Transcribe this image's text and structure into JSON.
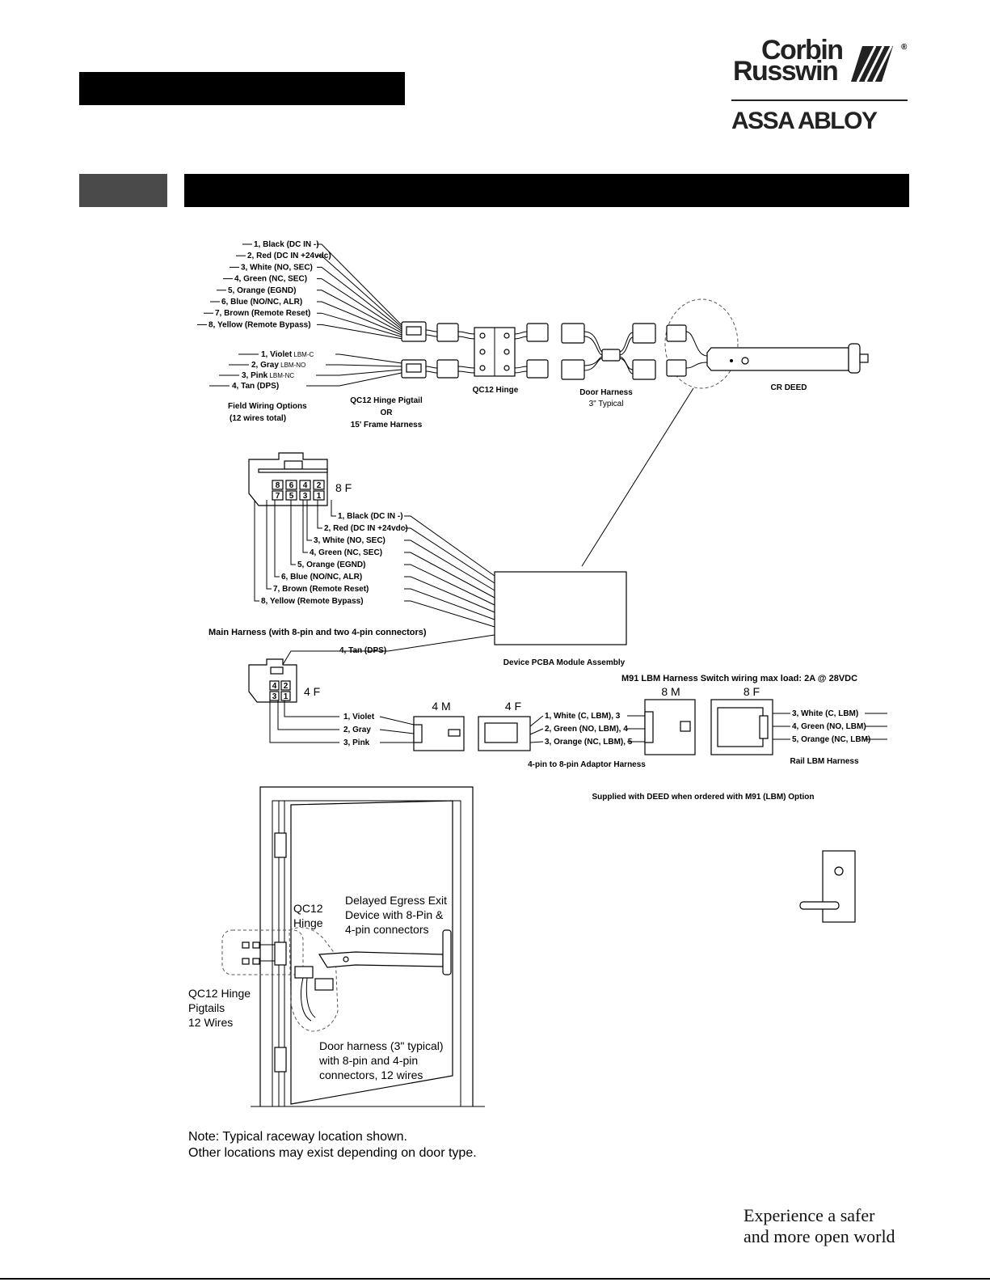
{
  "brand": {
    "line1": "Corbin",
    "line2": "Russwin",
    "reg": "®",
    "parent": "ASSA ABLOY"
  },
  "field_wires": [
    "1, Black (DC IN -)",
    "2, Red (DC IN +24vdc)",
    "3, White (NO, SEC)",
    "4, Green (NC, SEC)",
    "5, Orange (EGND)",
    "6, Blue (NO/NC, ALR)",
    "7, Brown (Remote Reset)",
    "8, Yellow (Remote Bypass)"
  ],
  "field_wires_4": [
    "1, Violet",
    "2, Gray",
    "3, Pink",
    "4, Tan (DPS)"
  ],
  "field_wires_4_suffix": [
    "LBM-C",
    "LBM-NO",
    "LBM-NC",
    ""
  ],
  "labels": {
    "field_wiring": [
      "Field Wiring Options",
      "(12 wires total)"
    ],
    "pigtail": [
      "QC12 Hinge Pigtail",
      "OR",
      "15' Frame Harness"
    ],
    "hinge": "QC12 Hinge",
    "door_harness": [
      "Door Harness",
      "3\" Typical"
    ],
    "cr_deed": "CR DEED",
    "conn_8f": "8 F",
    "conn_4f": "4 F",
    "main_harness": "Main Harness (with 8-pin and two 4-pin connectors)",
    "pcba": "Device PCBA Module Assembly",
    "m91_title": "M91 LBM Harness Switch wiring max load: 2A @ 28VDC",
    "conn_4m": "4 M",
    "conn_4f_b": "4 F",
    "conn_8m": "8 M",
    "conn_8f_b": "8 F",
    "adaptor": "4-pin to 8-pin Adaptor Harness",
    "rail_lbm": "Rail LBM Harness",
    "supplied": "Supplied with DEED when ordered with M91 (LBM) Option",
    "qc12_hinge_b": [
      "QC12",
      "Hinge"
    ],
    "deed_desc": [
      "Delayed Egress Exit",
      "Device with 8-Pin &",
      "4-pin connectors"
    ],
    "pigtails": [
      "QC12 Hinge",
      "Pigtails",
      "12 Wires"
    ],
    "door_harness_b": [
      "Door harness (3\" typical)",
      "with 8-pin and 4-pin",
      "connectors, 12 wires"
    ],
    "note": [
      "Note: Typical raceway location shown.",
      "Other locations may exist depending on door type."
    ]
  },
  "main_harness_wires": [
    "1, Black (DC IN -)",
    "2, Red (DC IN +24vdc)",
    "3, White (NO, SEC)",
    "4, Green (NC, SEC)",
    "5, Orange (EGND)",
    "6, Blue (NO/NC, ALR)",
    "7, Brown (Remote Reset)",
    "8, Yellow (Remote Bypass)"
  ],
  "tan_dps": "4, Tan (DPS)",
  "pins_8f_top": [
    "8",
    "6",
    "4",
    "2"
  ],
  "pins_8f_bottom": [
    "7",
    "5",
    "3",
    "1"
  ],
  "pins_4f_top": [
    "4",
    "2"
  ],
  "pins_4f_bottom": [
    "3",
    "1"
  ],
  "small_harness_wires": [
    "1, Violet",
    "2, Gray",
    "3, Pink"
  ],
  "adaptor_wires": [
    "1, White (C, LBM), 3",
    "2, Green (NO, LBM), 4",
    "3, Orange (NC, LBM), 5"
  ],
  "rail_wires": [
    "3, White (C, LBM)",
    "4, Green (NO, LBM)",
    "5, Orange (NC, LBM)"
  ],
  "tagline": [
    "Experience a safer",
    "and more open world"
  ]
}
